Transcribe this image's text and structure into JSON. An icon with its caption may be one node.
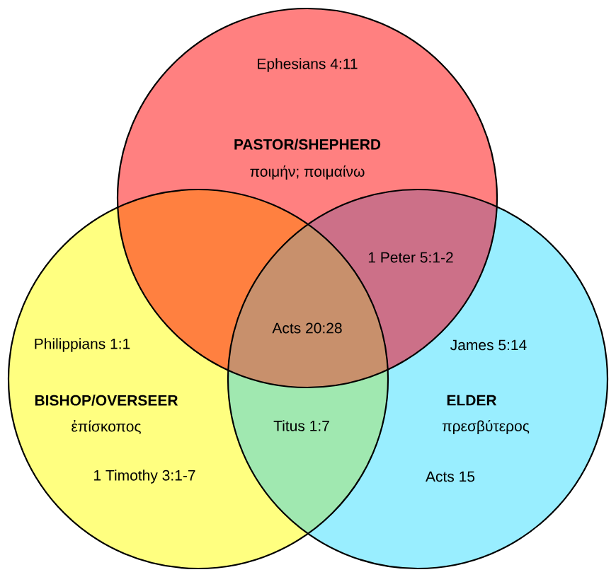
{
  "diagram": {
    "nodes": [
      {
        "text": [
          "Ephesians 4:11",
          "PASTOR/SHEPHERD",
          "ποιμήν; ποιμαίνω"
        ]
      },
      {
        "text": [
          "Philippians 1:1",
          "BISHOP/OVERSEER",
          "ἐπίσκοπος",
          "1 Timothy 3:1-7"
        ]
      },
      {
        "text": [
          "James 5:14",
          "ELDER",
          "πρεσβύτερος",
          "Acts 15"
        ]
      }
    ],
    "labels": [
      "1 Peter 5:1-2",
      "Acts 20:28",
      "Titus 1:7"
    ]
  }
}
